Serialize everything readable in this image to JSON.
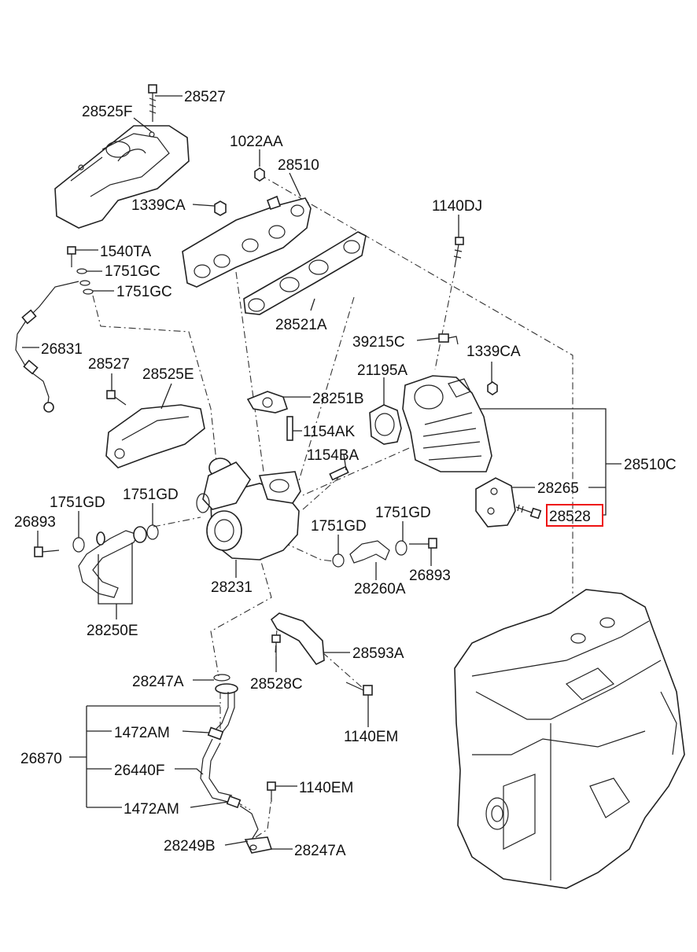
{
  "highlight_color": "#e11111",
  "labels": {
    "p28527_top": "28527",
    "p28525F": "28525F",
    "p1022AA": "1022AA",
    "p28510": "28510",
    "p1339CA_a": "1339CA",
    "p1140DJ": "1140DJ",
    "p1540TA": "1540TA",
    "p1751GC_a": "1751GC",
    "p1751GC_b": "1751GC",
    "p28521A": "28521A",
    "p39215C": "39215C",
    "p1339CA_b": "1339CA",
    "p26831": "26831",
    "p28527_mid": "28527",
    "p28525E": "28525E",
    "p21195A": "21195A",
    "p28251B": "28251B",
    "p1154AK": "1154AK",
    "p1154BA": "1154BA",
    "p28510C": "28510C",
    "p1751GD_a": "1751GD",
    "p1751GD_b": "1751GD",
    "p26893_a": "26893",
    "p28265": "28265",
    "p28528": "28528",
    "p1751GD_c": "1751GD",
    "p1751GD_d": "1751GD",
    "p26893_b": "26893",
    "p28260A": "28260A",
    "p28231": "28231",
    "p28250E": "28250E",
    "p28593A": "28593A",
    "p28247A_a": "28247A",
    "p28528C": "28528C",
    "p1140EM_a": "1140EM",
    "p1472AM_a": "1472AM",
    "p26870": "26870",
    "p26440F": "26440F",
    "p1140EM_b": "1140EM",
    "p1472AM_b": "1472AM",
    "p28249B": "28249B",
    "p28247A_b": "28247A"
  }
}
